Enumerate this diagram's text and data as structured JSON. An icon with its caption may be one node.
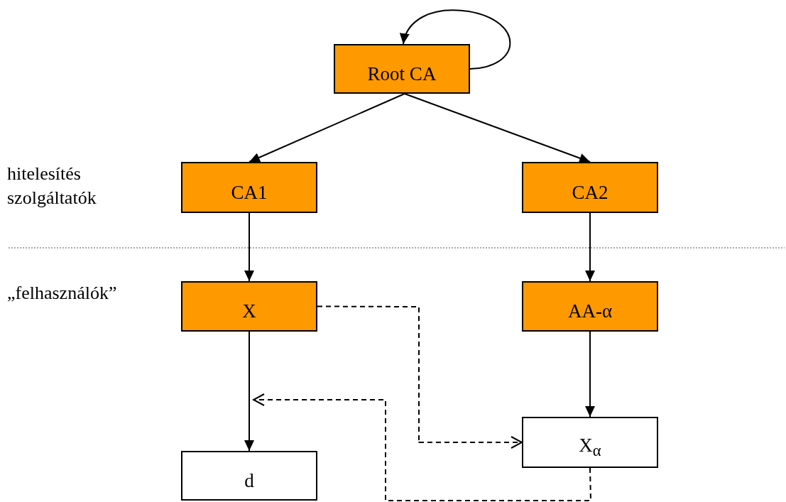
{
  "diagram": {
    "nodes": [
      {
        "text": [
          "Root CA"
        ]
      },
      {
        "text": [
          "CA1"
        ]
      },
      {
        "text": [
          "CA2"
        ]
      },
      {
        "text": [
          "X"
        ]
      },
      {
        "text": [
          "AA-α"
        ]
      },
      {
        "text": [
          "X$_{α}$"
        ]
      },
      {
        "text": [
          "d"
        ]
      }
    ],
    "edges": [
      {
        "from": 0,
        "to": 0,
        "arrow": "to"
      },
      {
        "from": 0,
        "to": 1,
        "arrow": "to"
      },
      {
        "from": 0,
        "to": 2,
        "arrow": "to"
      },
      {
        "from": 1,
        "to": 3,
        "arrow": "to"
      },
      {
        "from": 2,
        "to": 4,
        "arrow": "to"
      },
      {
        "from": 3,
        "to": 6,
        "arrow": "to"
      },
      {
        "from": 4,
        "to": 5,
        "arrow": "to"
      },
      {
        "from": 3,
        "to": 5,
        "arrow": "to",
        "style": "dashed"
      },
      {
        "from": 5,
        "to": null,
        "arrow": "to",
        "style": "dashed"
      }
    ],
    "labels": [
      "hitelesítés szolgáltatók",
      "„felhasználók”"
    ]
  }
}
